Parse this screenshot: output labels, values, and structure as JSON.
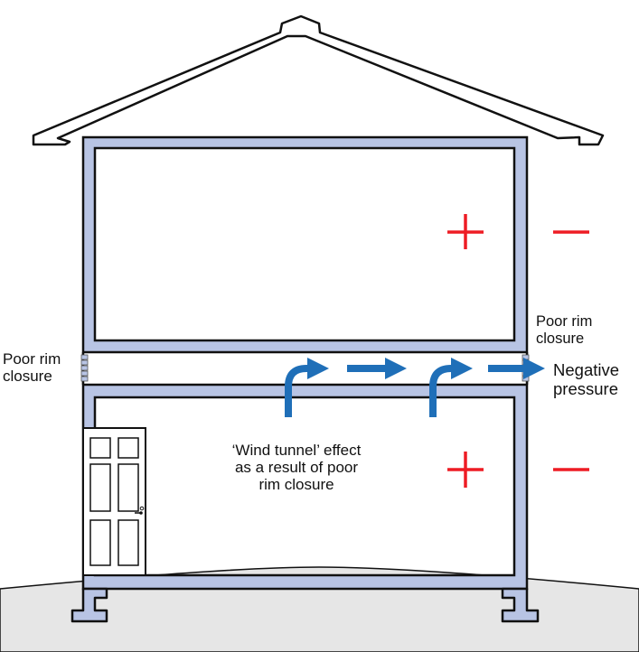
{
  "labels": {
    "rim_left_line1": "Poor rim",
    "rim_left_line2": "closure",
    "rim_right_line1": "Poor rim",
    "rim_right_line2": "closure",
    "negative_line1": "Negative",
    "negative_line2": "pressure",
    "effect_line1": "‘Wind tunnel’ effect",
    "effect_line2": "as a result of poor",
    "effect_line3": "rim closure"
  },
  "colors": {
    "wall_fill": "#b8c4e4",
    "outline": "#111111",
    "ground": "#e6e6e6",
    "arrow": "#1f6fb8",
    "pressure_sign": "#ee1c24"
  },
  "icons": {
    "positive": "plus-sign",
    "negative": "minus-sign",
    "airflow": "arrow",
    "gap": "rim-gap-hatch",
    "door": "door"
  }
}
